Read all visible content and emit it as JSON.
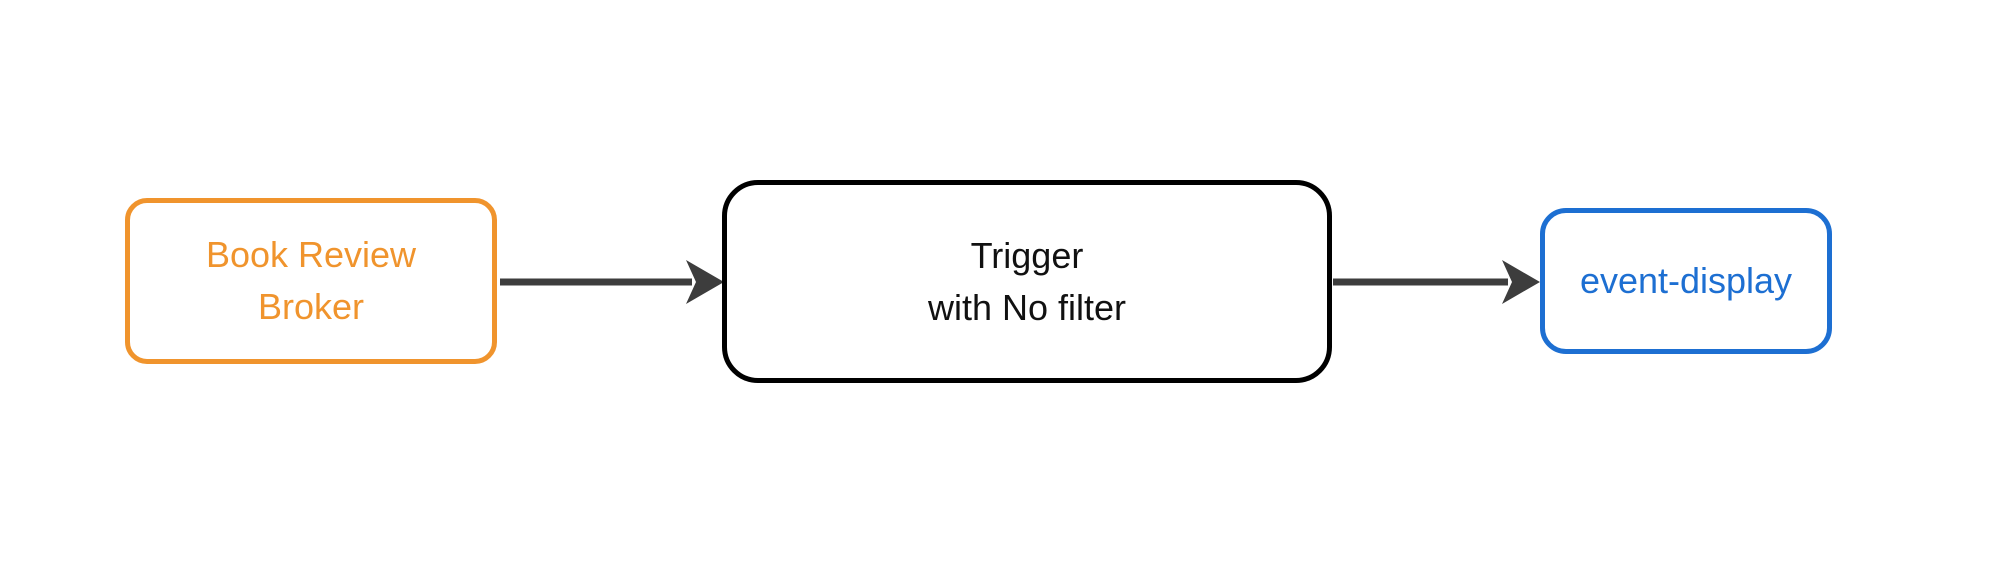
{
  "diagram": {
    "background_color": "#ffffff",
    "nodes": {
      "broker": {
        "line1": "Book Review",
        "line2": "Broker",
        "color": "#F0942D",
        "shape": "rounded-rectangle"
      },
      "trigger": {
        "line1": "Trigger",
        "line2": "with No filter",
        "color": "#000000",
        "shape": "rounded-rectangle"
      },
      "event_display": {
        "line1": "event-display",
        "color": "#1D6FD2",
        "shape": "rounded-rectangle"
      }
    },
    "edges": {
      "color": "#3D3D3D",
      "list": [
        {
          "from": "Book Review Broker",
          "to": "Trigger with No filter",
          "style": "solid-arrow"
        },
        {
          "from": "Trigger with No filter",
          "to": "event-display",
          "style": "solid-arrow"
        }
      ]
    }
  }
}
